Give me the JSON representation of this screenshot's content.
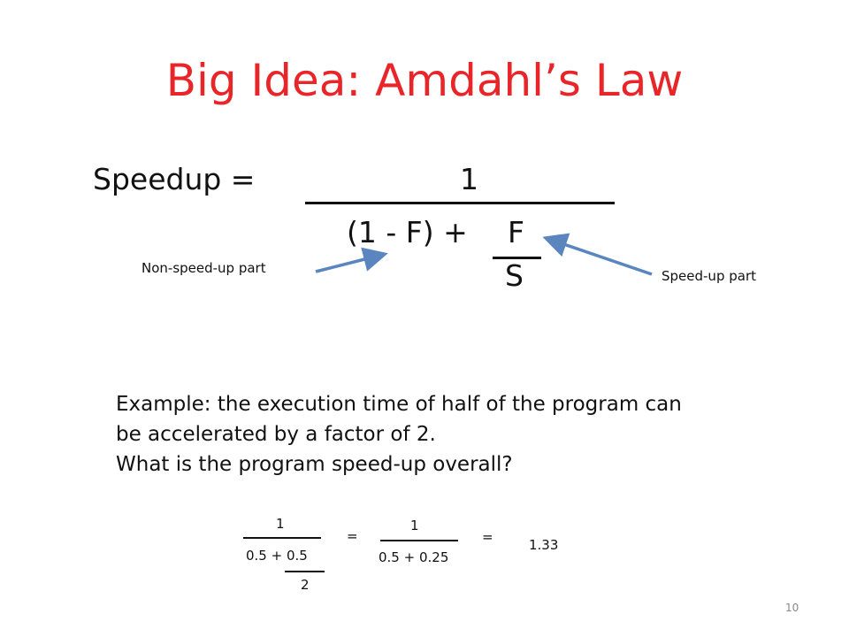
{
  "slide": {
    "title": "Big Idea: Amdahl’s Law",
    "page_number": "10"
  },
  "formula": {
    "lhs": "Speedup  =",
    "numerator": "1",
    "denominator_left": "(1 - F)   +",
    "f": "F",
    "s": "S"
  },
  "labels": {
    "non_speedup": "Non-speed-up part",
    "speedup": "Speed-up part"
  },
  "example": {
    "line1": "Example: the execution time of half of the program can",
    "line2": "be accelerated by a factor of 2.",
    "line3": "What is the program speed-up overall?"
  },
  "calc": {
    "num1": "1",
    "den1": "0.5 + 0.5",
    "den1_sub": "2",
    "eq1": "=",
    "num2": "1",
    "den2": "0.5 + 0.25",
    "eq2": "=",
    "result": "1.33"
  },
  "colors": {
    "title": "#e8262a",
    "arrow": "#5a86c0"
  }
}
